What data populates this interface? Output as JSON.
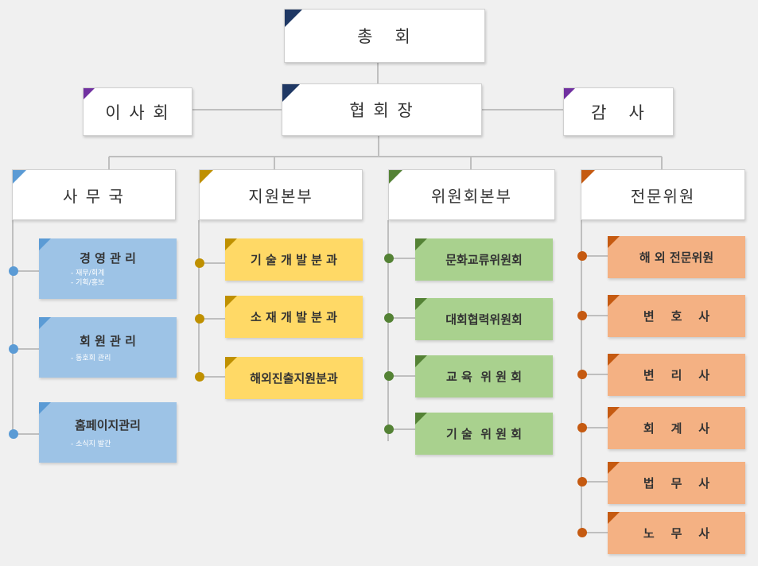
{
  "top": {
    "general_assembly": "총   회",
    "board": "이 사 회",
    "president": "협 회 장",
    "auditor": "감   사"
  },
  "departments": [
    {
      "title": "사 무 국",
      "accent": "#5b9bd5",
      "items": [
        {
          "title": "경 영 관 리",
          "notes": [
            "- 재무/회계",
            "- 기획/홍보"
          ]
        },
        {
          "title": "회 원 관 리",
          "notes": [
            "- 동호회 관리"
          ]
        },
        {
          "title": "홈페이지관리",
          "notes": [
            "- 소식지 발간"
          ]
        }
      ]
    },
    {
      "title": "지원본부",
      "accent": "#bf9000",
      "items": [
        {
          "title": "기 술 개 발 분 과"
        },
        {
          "title": "소 재 개 발 분 과"
        },
        {
          "title": "해외진출지원분과"
        }
      ]
    },
    {
      "title": "위원회본부",
      "accent": "#548235",
      "items": [
        {
          "title": "문화교류위원회"
        },
        {
          "title": "대회협력위원회"
        },
        {
          "title": "교 육  위 원 회"
        },
        {
          "title": "기 술  위 원 회"
        }
      ]
    },
    {
      "title": "전문위원",
      "accent": "#c55a11",
      "items": [
        {
          "title": "해 외 전문위원"
        },
        {
          "title": "변    호    사"
        },
        {
          "title": "변    리    사"
        },
        {
          "title": "회    계    사"
        },
        {
          "title": "법    무    사"
        },
        {
          "title": "노    무    사"
        }
      ]
    }
  ],
  "colors": {
    "navy_corner": "#1f3864",
    "purple_corner": "#7030a0",
    "line": "#bfbfbf",
    "background": "#f0f0f0"
  }
}
